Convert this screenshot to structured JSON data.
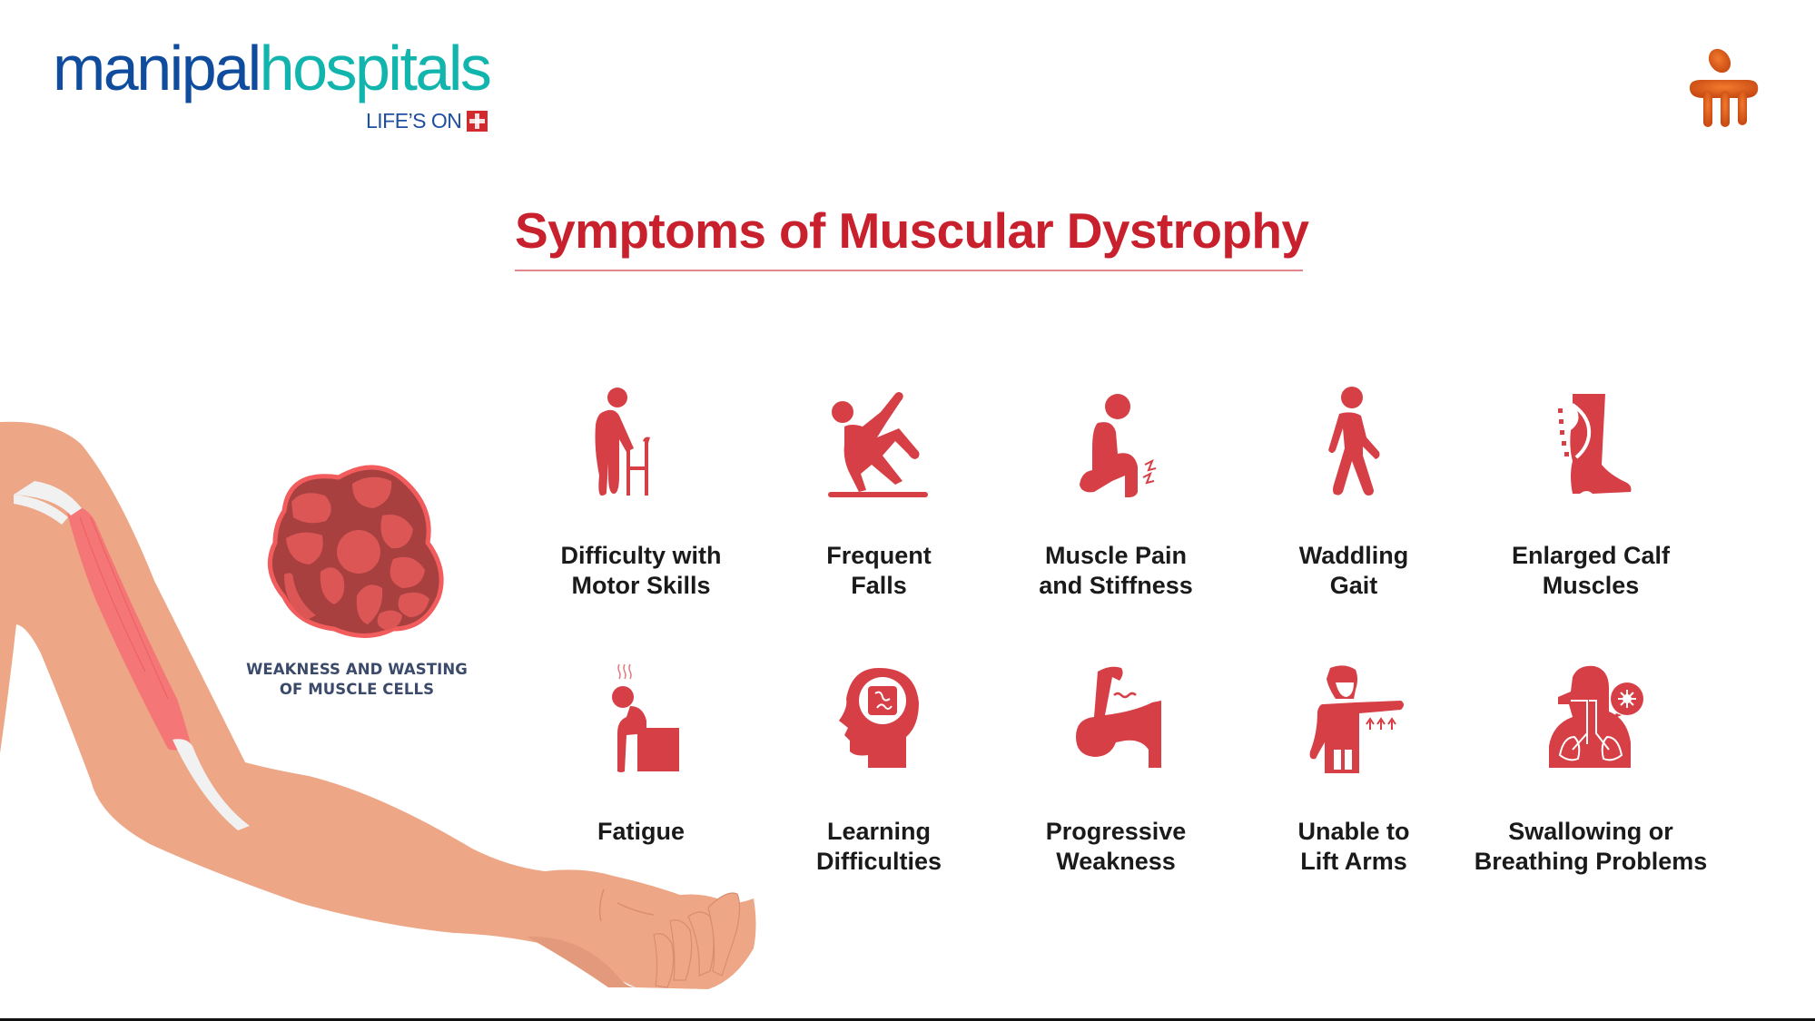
{
  "brand": {
    "name_part1": "manipal",
    "name_part2": "hospitals",
    "tagline": "LIFE’S ON",
    "colors": {
      "primary_blue": "#0F4C9E",
      "teal": "#12B5AE",
      "badge_red": "#D12A2F",
      "mark_orange": "#E2631F"
    }
  },
  "header": {
    "title": "Symptoms of Muscular Dystrophy",
    "title_color": "#C8202C"
  },
  "illustration": {
    "cell_caption_line1": "WEAKNESS AND WASTING",
    "cell_caption_line2": "OF MUSCLE CELLS"
  },
  "symptoms": [
    {
      "icon": "elderly-walker-icon",
      "line1": "Difficulty with",
      "line2": "Motor Skills"
    },
    {
      "icon": "person-falling-icon",
      "line1": "Frequent",
      "line2": "Falls"
    },
    {
      "icon": "knee-pain-icon",
      "line1": "Muscle Pain",
      "line2": "and Stiffness"
    },
    {
      "icon": "walking-person-icon",
      "line1": "Waddling",
      "line2": "Gait"
    },
    {
      "icon": "calf-leg-icon",
      "line1": "Enlarged Calf",
      "line2": "Muscles"
    },
    {
      "icon": "tired-sitting-person-icon",
      "line1": "Fatigue",
      "line2": ""
    },
    {
      "icon": "head-puzzle-icon",
      "line1": "Learning",
      "line2": "Difficulties"
    },
    {
      "icon": "weak-arm-muscle-icon",
      "line1": "Progressive",
      "line2": "Weakness"
    },
    {
      "icon": "raised-arm-person-icon",
      "line1": "Unable to",
      "line2": "Lift Arms"
    },
    {
      "icon": "respiratory-system-icon",
      "line1": "Swallowing or",
      "line2": "Breathing Problems"
    }
  ],
  "icon_color": "#D63F45"
}
